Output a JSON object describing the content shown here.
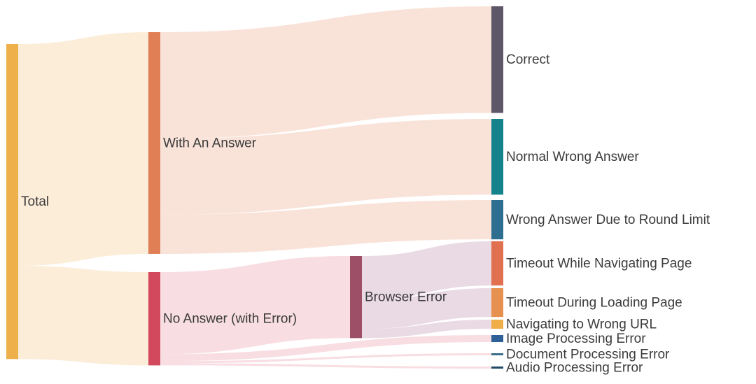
{
  "diagram": {
    "type": "sankey",
    "nodes": [
      {
        "id": "total",
        "label": "Total",
        "color": "#EDB04A"
      },
      {
        "id": "with_answer",
        "label": "With An Answer",
        "color": "#E07E55"
      },
      {
        "id": "no_answer",
        "label": "No Answer (with Error)",
        "color": "#D2485C"
      },
      {
        "id": "browser_error",
        "label": "Browser Error",
        "color": "#9C4F66"
      },
      {
        "id": "correct",
        "label": "Correct",
        "color": "#5E5669"
      },
      {
        "id": "normal_wrong",
        "label": "Normal Wrong Answer",
        "color": "#16838C"
      },
      {
        "id": "wrong_round",
        "label": "Wrong Answer Due to Round Limit",
        "color": "#2E6E90"
      },
      {
        "id": "timeout_nav",
        "label": "Timeout While Navigating Page",
        "color": "#E07050"
      },
      {
        "id": "timeout_load",
        "label": "Timeout During Loading Page",
        "color": "#E79150"
      },
      {
        "id": "nav_wrong_url",
        "label": "Navigating to Wrong URL",
        "color": "#EFAE48"
      },
      {
        "id": "image_err",
        "label": "Image Processing Error",
        "color": "#2E5F97"
      },
      {
        "id": "doc_err",
        "label": "Document Processing Error",
        "color": "#3A7088"
      },
      {
        "id": "audio_err",
        "label": "Audio Processing Error",
        "color": "#1F4A66"
      }
    ],
    "links": [
      {
        "source": "total",
        "target": "with_answer",
        "value": 316
      },
      {
        "source": "total",
        "target": "no_answer",
        "value": 133
      },
      {
        "source": "with_answer",
        "target": "correct",
        "value": 152
      },
      {
        "source": "with_answer",
        "target": "normal_wrong",
        "value": 108
      },
      {
        "source": "with_answer",
        "target": "wrong_round",
        "value": 56
      },
      {
        "source": "no_answer",
        "target": "browser_error",
        "value": 117
      },
      {
        "source": "no_answer",
        "target": "image_err",
        "value": 10
      },
      {
        "source": "no_answer",
        "target": "doc_err",
        "value": 3
      },
      {
        "source": "no_answer",
        "target": "audio_err",
        "value": 3
      },
      {
        "source": "browser_error",
        "target": "timeout_nav",
        "value": 63
      },
      {
        "source": "browser_error",
        "target": "timeout_load",
        "value": 41
      },
      {
        "source": "browser_error",
        "target": "nav_wrong_url",
        "value": 13
      }
    ]
  }
}
